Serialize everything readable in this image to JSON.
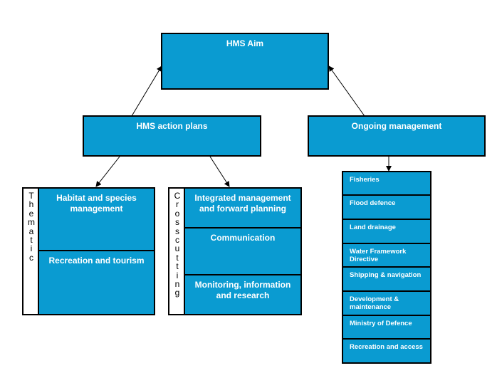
{
  "diagram": {
    "aim": "HMS Aim",
    "action_plans": "HMS action plans",
    "ongoing": "Ongoing management",
    "thematic": {
      "side_label": "Thematic",
      "items": [
        "Habitat and species management",
        "Recreation and tourism"
      ]
    },
    "crosscutting": {
      "side_label": "Crosscutting",
      "items": [
        "Integrated management and forward planning",
        "Communication",
        "Monitoring, information and research"
      ]
    },
    "ongoing_items": [
      "Fisheries",
      "Flood defence",
      "Land drainage",
      "Water Framework Directive",
      "Shipping & navigation",
      "Development & maintenance",
      "Ministry of Defence",
      "Recreation and access"
    ]
  }
}
